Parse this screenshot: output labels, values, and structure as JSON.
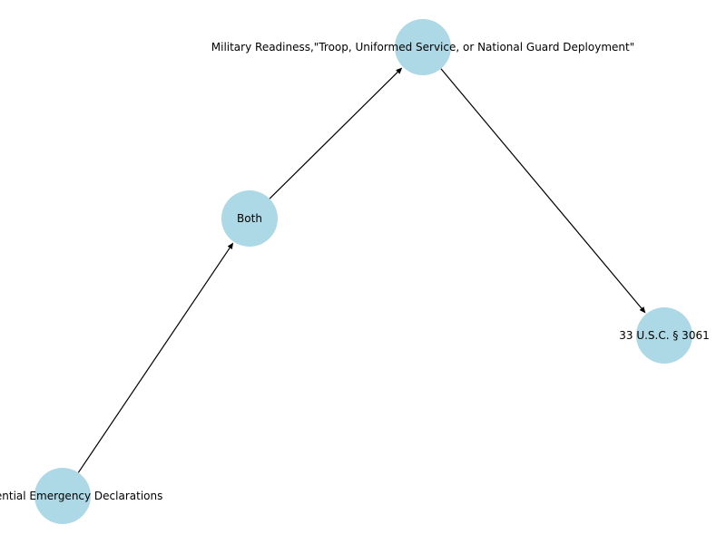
{
  "graph": {
    "nodes": [
      {
        "id": "n1",
        "label": "Presidential Emergency Declarations"
      },
      {
        "id": "n2",
        "label": "Both"
      },
      {
        "id": "n3",
        "label": "Military Readiness,\"Troop, Uniformed Service, or National Guard Deployment\""
      },
      {
        "id": "n4",
        "label": "33 U.S.C. § 3061"
      }
    ],
    "edges": [
      {
        "from": "n1",
        "to": "n2"
      },
      {
        "from": "n2",
        "to": "n3"
      },
      {
        "from": "n3",
        "to": "n4"
      }
    ],
    "colors": {
      "node_fill": "#add8e6",
      "edge": "#000000",
      "label": "#000000"
    }
  }
}
